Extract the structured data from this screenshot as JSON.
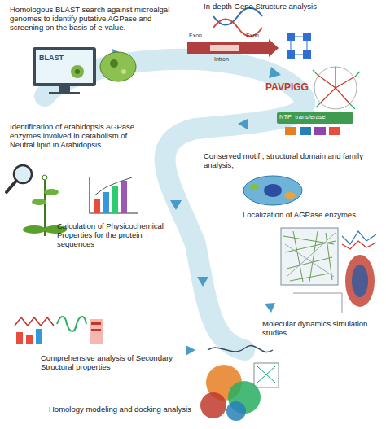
{
  "diagram": {
    "labels": [
      "Homologous BLAST search against microalgal genomes to identify putative AGPase and screening on the basis of e-value.",
      "In-depth Gene Structure analysis",
      "Conserved motif , structural domain and family analysis,",
      "Localization of AGPase enzymes",
      "Identification of Arabidopsis AGPase enzymes involved in catabolism of Neutral lipid in Arabidopsis",
      "Calculation of Physicochemical Properties for the protein sequences",
      "Molecular dynamics simulation studies",
      "Comprehensive analysis of Secondary Structural properties",
      "Homology modeling and docking analysis",
      "BLAST",
      "Exon",
      "Intron",
      "Exon",
      "PAVPIGG",
      "NTP_transferase"
    ]
  }
}
